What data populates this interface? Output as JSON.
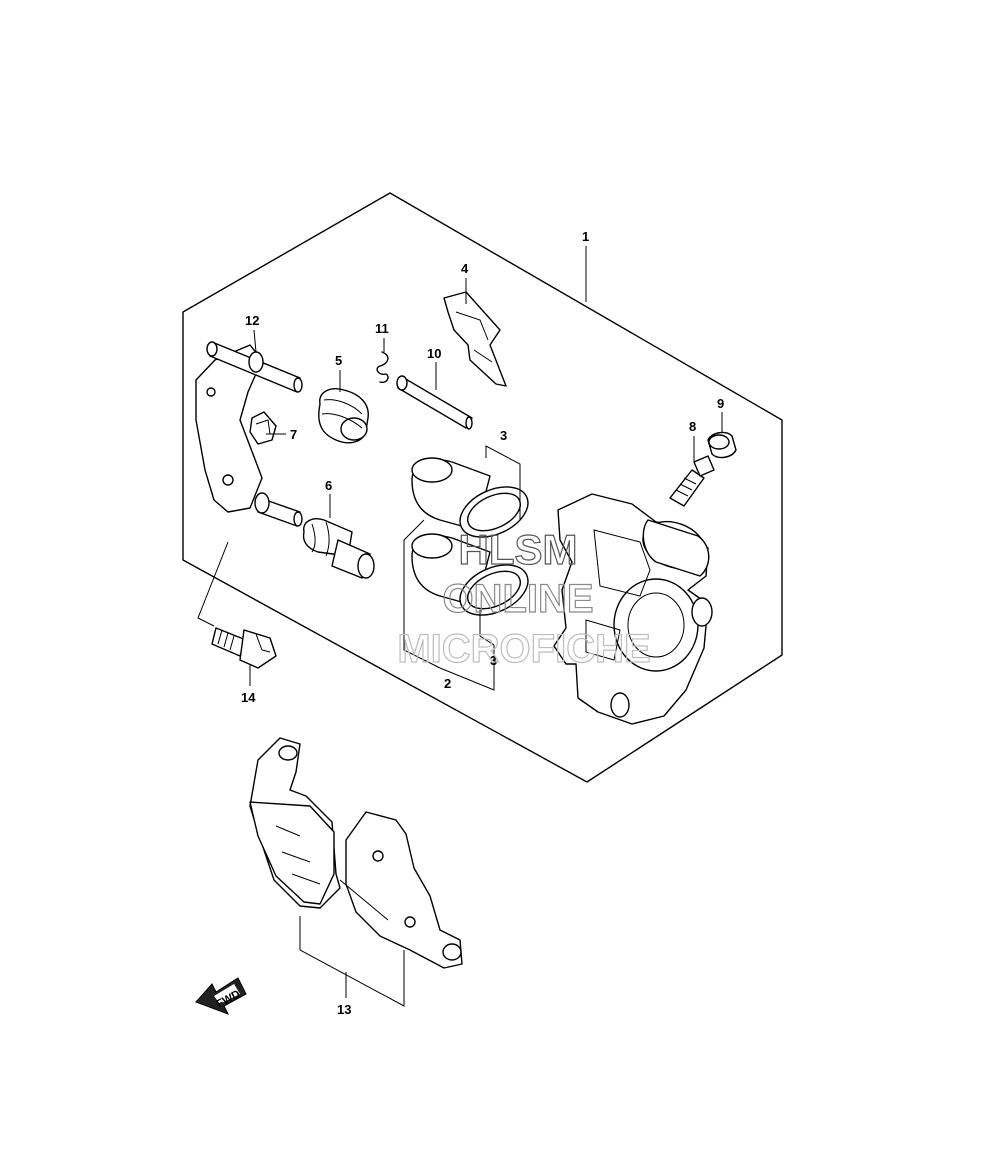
{
  "callouts": {
    "c1": "1",
    "c2": "2",
    "c3a": "3",
    "c3b": "3",
    "c4": "4",
    "c5": "5",
    "c6": "6",
    "c7": "7",
    "c8": "8",
    "c9": "9",
    "c10": "10",
    "c11": "11",
    "c12": "12",
    "c13": "13",
    "c14": "14"
  },
  "fwd_label": "FWD",
  "watermark": {
    "line1": "HLSM",
    "line2": "ONLINE",
    "line3": "MICROFICHE"
  },
  "colors": {
    "ink": "#000000",
    "watermark": "#8a8a8a",
    "watermark_light": "#bdbdbd"
  }
}
